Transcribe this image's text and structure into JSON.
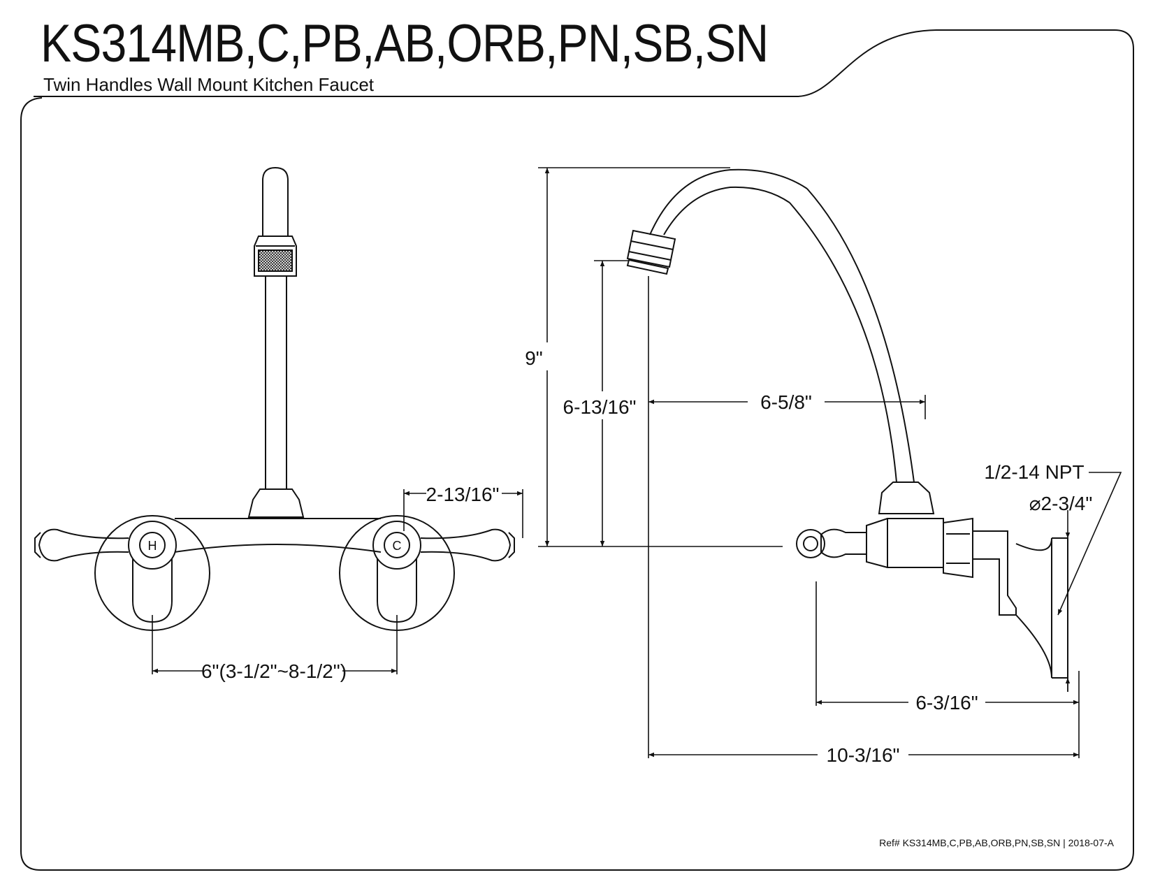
{
  "header": {
    "title": "KS314MB,C,PB,AB,ORB,PN,SB,SN",
    "subtitle": "Twin Handles Wall Mount Kitchen Faucet"
  },
  "footer": {
    "reference": "Ref# KS314MB,C,PB,AB,ORB,PN,SB,SN | 2018-07-A"
  },
  "front_view": {
    "hot_label": "H",
    "cold_label": "C",
    "dim_handle_offset": "2-13/16\"",
    "dim_centers": "6\"(3-1/2\"~8-1/2\")"
  },
  "side_view": {
    "dim_total_height": "9\"",
    "dim_spout_height": "6-13/16\"",
    "dim_spout_reach": "6-5/8\"",
    "dim_thread": "1/2-14 NPT",
    "dim_flange_diameter": "⌀2-3/4\"",
    "dim_body_depth": "6-3/16\"",
    "dim_total_depth": "10-3/16\""
  },
  "colors": {
    "line": "#111111",
    "background": "#ffffff"
  }
}
